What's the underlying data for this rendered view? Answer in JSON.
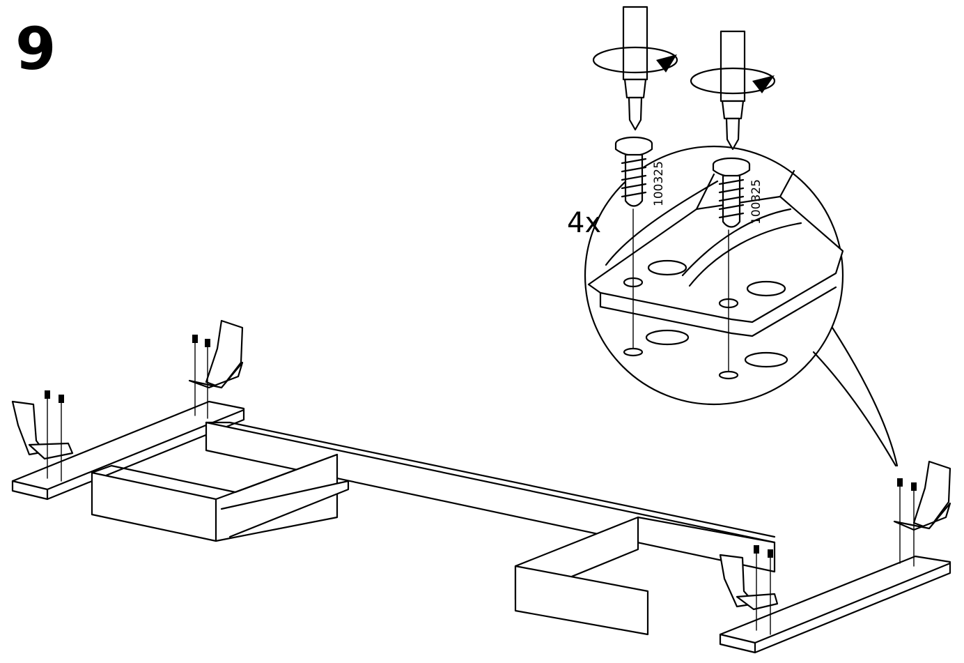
{
  "step": {
    "number": "9"
  },
  "callout": {
    "quantity": "4x",
    "screw_part_number": "100325"
  },
  "icons": {
    "screwdriver": "screwdriver-icon",
    "rotate_arrow": "clockwise-rotate-arrow-icon",
    "screw": "screw-icon"
  }
}
